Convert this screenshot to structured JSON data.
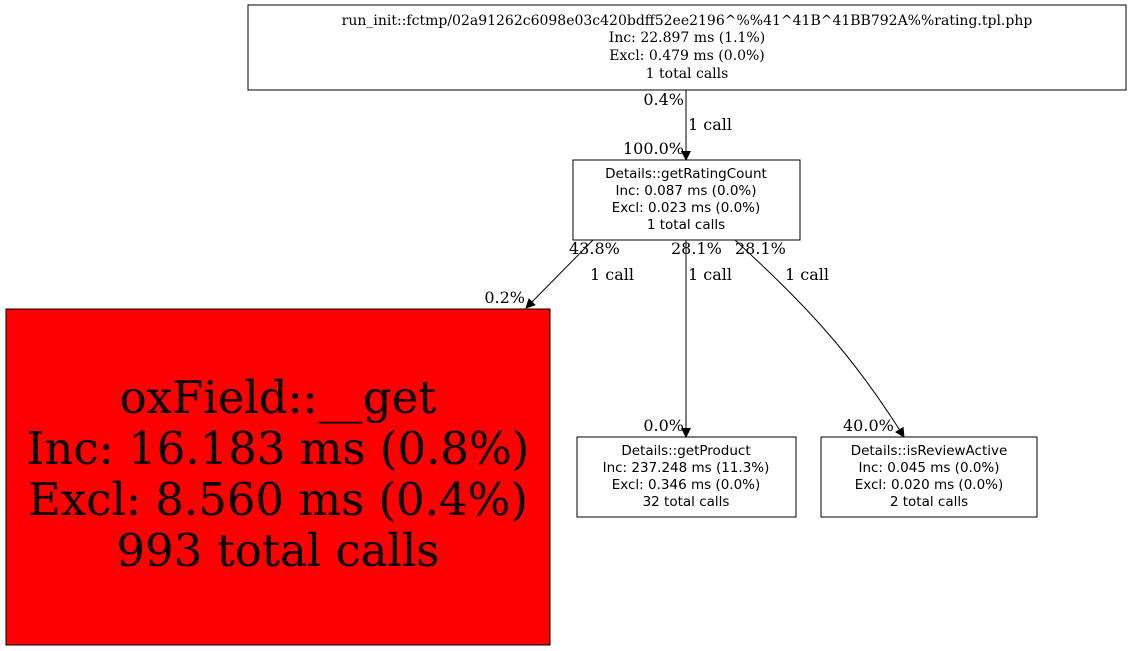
{
  "nodes": {
    "root": {
      "name": "run_init::fctmp/02a91262c6098e03c420bdff52ee2196^%%41^41B^41BB792A%%rating.tpl.php",
      "inc": "Inc: 22.897 ms (1.1%)",
      "excl": "Excl: 0.479 ms (0.0%)",
      "calls": "1 total calls"
    },
    "get_rating_count": {
      "name": "Details::getRatingCount",
      "inc": "Inc: 0.087 ms (0.0%)",
      "excl": "Excl: 0.023 ms (0.0%)",
      "calls": "1 total calls"
    },
    "oxfield_get": {
      "name": "oxField::__get",
      "inc": "Inc: 16.183 ms (0.8%)",
      "excl": "Excl: 8.560 ms (0.4%)",
      "calls": "993 total calls",
      "fill": "#ff0000"
    },
    "get_product": {
      "name": "Details::getProduct",
      "inc": "Inc: 237.248 ms (11.3%)",
      "excl": "Excl: 0.346 ms (0.0%)",
      "calls": "32 total calls"
    },
    "is_review_active": {
      "name": "Details::isReviewActive",
      "inc": "Inc: 0.045 ms (0.0%)",
      "excl": "Excl: 0.020 ms (0.0%)",
      "calls": "2 total calls"
    }
  },
  "edges": {
    "root_to_grc": {
      "tail": "0.4%",
      "label": "1 call",
      "head": "100.0%"
    },
    "grc_to_oxfield": {
      "tail": "43.8%",
      "label": "1 call",
      "head": "0.2%"
    },
    "grc_to_product": {
      "tail": "28.1%",
      "label": "1 call",
      "head": "0.0%"
    },
    "grc_to_review": {
      "tail": "28.1%",
      "label": "1 call",
      "head": "40.0%"
    }
  }
}
